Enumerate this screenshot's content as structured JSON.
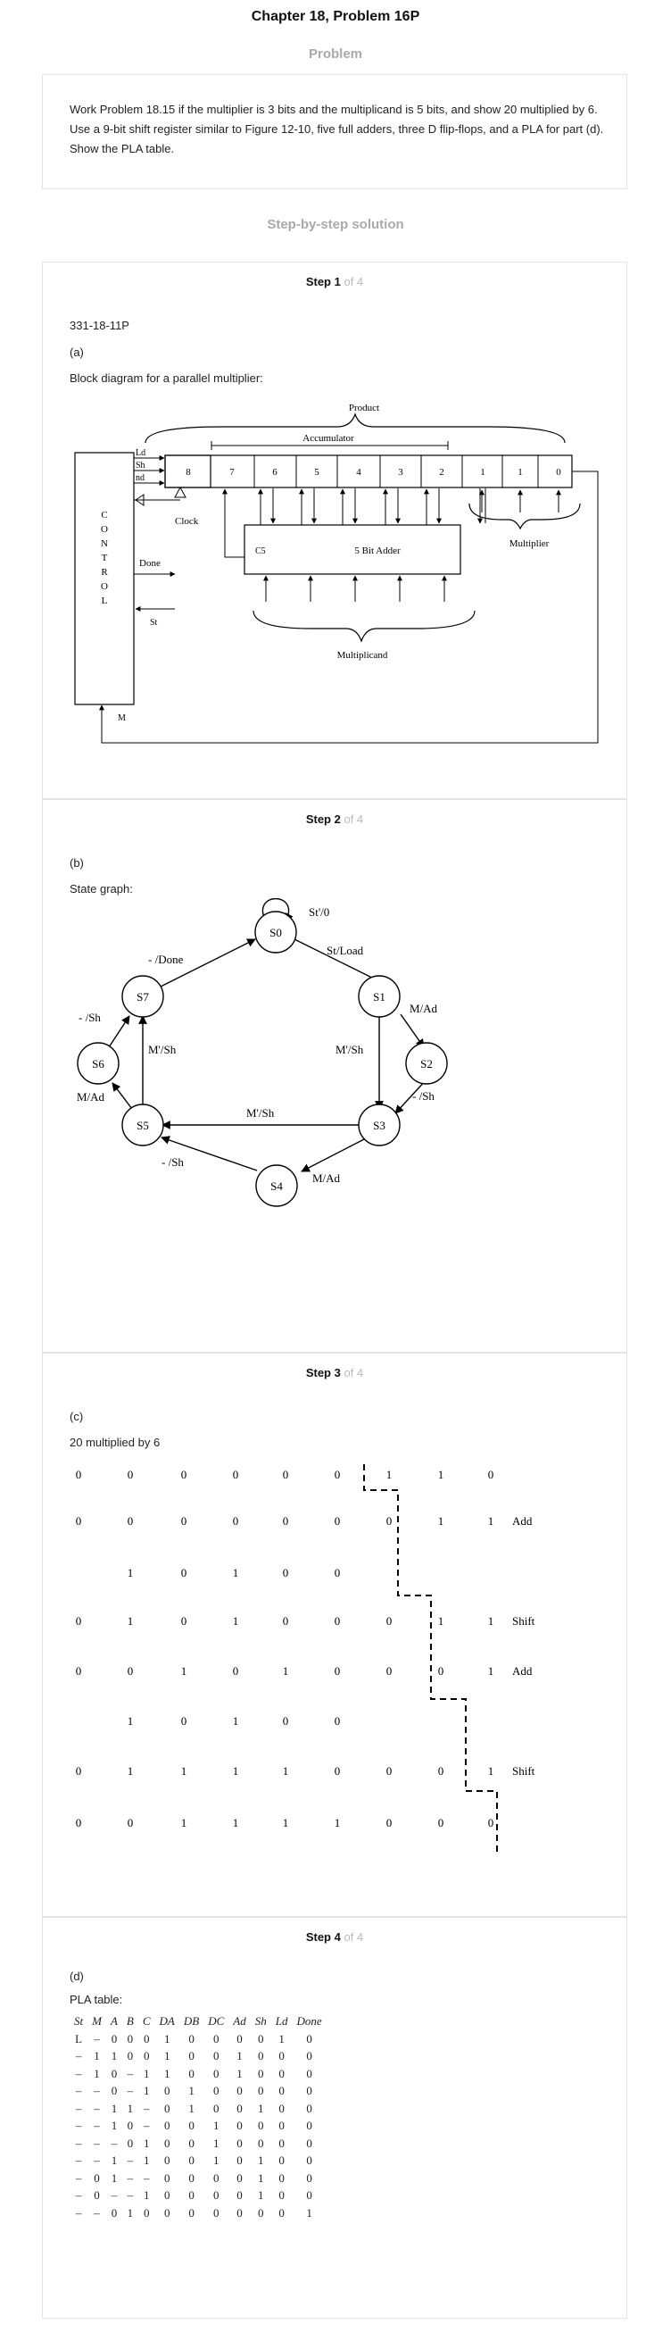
{
  "page": {
    "title": "Chapter 18, Problem 16P",
    "problem_heading": "Problem",
    "problem_text": "Work Problem 18.15 if the multiplier is 3 bits and the multiplicand is 5 bits, and show 20 multiplied by 6. Use a 9-bit shift register similar to Figure 12-10, five full adders, three D flip-flops, and a PLA for part (d). Show the PLA table.",
    "solution_heading": "Step-by-step solution"
  },
  "steps": [
    {
      "label": "Step 1",
      "of": "of 4"
    },
    {
      "label": "Step 2",
      "of": "of 4"
    },
    {
      "label": "Step 3",
      "of": "of 4"
    },
    {
      "label": "Step 4",
      "of": "of 4"
    }
  ],
  "step1": {
    "ref": "331-18-11P",
    "part": "(a)",
    "caption": "Block diagram for a parallel multiplier:",
    "diagram": {
      "product": "Product",
      "accumulator": "Accumulator",
      "multiplier": "Multiplier",
      "multiplicand": "Multiplicand",
      "adder": "5 Bit Adder",
      "carry": "C5",
      "control": [
        "C",
        "O",
        "N",
        "T",
        "R",
        "O",
        "L"
      ],
      "ld": "Ld",
      "sh": "Sh",
      "ad": "nd",
      "clock": "Clock",
      "done": "Done",
      "st": "St",
      "m": "M",
      "cells": [
        "8",
        "7",
        "6",
        "5",
        "4",
        "3",
        "2",
        "1",
        "0"
      ]
    }
  },
  "step2": {
    "part": "(b)",
    "caption": "State graph:",
    "graph": {
      "s0": "S0",
      "s1": "S1",
      "s2": "S2",
      "s3": "S3",
      "s4": "S4",
      "s5": "S5",
      "s6": "S6",
      "s7": "S7",
      "self_loop": "St'/0",
      "s0_s1": "St/Load",
      "s1_s2": "M/Ad",
      "s1_s3": "M'/Sh",
      "s2_s3": "- /Sh",
      "s3_s4": "M/Ad",
      "s3_s5": "M'/Sh",
      "s4_s5": "- /Sh",
      "s5_s6": "M/Ad",
      "s5_s7": "M'/Sh",
      "s6_s7": "- /Sh",
      "s7_s0": "- /Done"
    }
  },
  "step3": {
    "part": "(c)",
    "caption": "20 multiplied by 6",
    "rows": [
      {
        "bits": [
          "0",
          "0",
          "0",
          "0",
          "0",
          "0",
          "1",
          "1",
          "0"
        ],
        "op": ""
      },
      {
        "bits": [
          "0",
          "0",
          "0",
          "0",
          "0",
          "0",
          "0",
          "1",
          "1"
        ],
        "op": "Add"
      },
      {
        "bits": [
          "1",
          "0",
          "1",
          "0",
          "0"
        ],
        "op": ""
      },
      {
        "bits": [
          "0",
          "1",
          "0",
          "1",
          "0",
          "0",
          "0",
          "1",
          "1"
        ],
        "op": "Shift"
      },
      {
        "bits": [
          "0",
          "0",
          "1",
          "0",
          "1",
          "0",
          "0",
          "0",
          "1"
        ],
        "op": "Add"
      },
      {
        "bits": [
          "1",
          "0",
          "1",
          "0",
          "0"
        ],
        "op": ""
      },
      {
        "bits": [
          "0",
          "1",
          "1",
          "1",
          "1",
          "0",
          "0",
          "0",
          "1"
        ],
        "op": "Shift"
      },
      {
        "bits": [
          "0",
          "0",
          "1",
          "1",
          "1",
          "1",
          "0",
          "0",
          "0"
        ],
        "op": ""
      }
    ]
  },
  "step4": {
    "part": "(d)",
    "caption": "PLA table:",
    "headers": [
      "St",
      "M",
      "A",
      "B",
      "C",
      "DA",
      "DB",
      "DC",
      "Ad",
      "Sh",
      "Ld",
      "Done"
    ],
    "rows": [
      [
        "L",
        "–",
        "0",
        "0",
        "0",
        "1",
        "0",
        "0",
        "0",
        "0",
        "1",
        "0"
      ],
      [
        "–",
        "1",
        "1",
        "0",
        "0",
        "1",
        "0",
        "0",
        "1",
        "0",
        "0",
        "0"
      ],
      [
        "–",
        "1",
        "0",
        "–",
        "1",
        "1",
        "0",
        "0",
        "1",
        "0",
        "0",
        "0"
      ],
      [
        "–",
        "–",
        "0",
        "–",
        "1",
        "0",
        "1",
        "0",
        "0",
        "0",
        "0",
        "0"
      ],
      [
        "–",
        "–",
        "1",
        "1",
        "–",
        "0",
        "1",
        "0",
        "0",
        "1",
        "0",
        "0"
      ],
      [
        "–",
        "–",
        "1",
        "0",
        "–",
        "0",
        "0",
        "1",
        "0",
        "0",
        "0",
        "0"
      ],
      [
        "–",
        "–",
        "–",
        "0",
        "1",
        "0",
        "0",
        "1",
        "0",
        "0",
        "0",
        "0"
      ],
      [
        "–",
        "–",
        "1",
        "–",
        "1",
        "0",
        "0",
        "1",
        "0",
        "1",
        "0",
        "0"
      ],
      [
        "–",
        "0",
        "1",
        "–",
        "–",
        "0",
        "0",
        "0",
        "0",
        "1",
        "0",
        "0"
      ],
      [
        "–",
        "0",
        "–",
        "–",
        "1",
        "0",
        "0",
        "0",
        "0",
        "1",
        "0",
        "0"
      ],
      [
        "–",
        "–",
        "0",
        "1",
        "0",
        "0",
        "0",
        "0",
        "0",
        "0",
        "0",
        "1"
      ]
    ]
  }
}
